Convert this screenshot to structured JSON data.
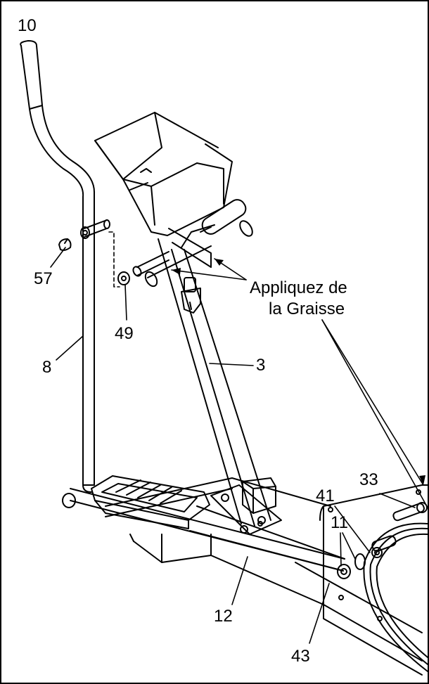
{
  "callouts": {
    "p10": "10",
    "p57": "57",
    "p49": "49",
    "p8": "8",
    "p3": "3",
    "p12": "12",
    "p43": "43",
    "p11": "11",
    "p41": "41",
    "p33": "33"
  },
  "annotation": {
    "line1": "Appliquez de",
    "line2": "la Graisse"
  }
}
